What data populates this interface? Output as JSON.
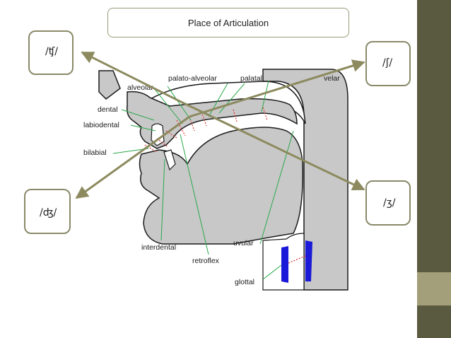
{
  "title": "Place of Articulation",
  "symbols": {
    "top_left": "/ʧ/",
    "top_right": "/ʃ/",
    "bottom_left": "/ʤ/",
    "bottom_right": "/ʒ/"
  },
  "diagram_labels": {
    "alveolar": "alveolar",
    "palato_alveolar": "palato-alveolar",
    "palatal": "palatal",
    "velar": "velar",
    "dental": "dental",
    "labiodental": "labiodental",
    "bilabial": "bilabial",
    "interdental": "interdental",
    "retroflex": "retroflex",
    "uvular": "uvular",
    "glottal": "glottal"
  },
  "colors": {
    "panel_dark": "#5a5a40",
    "panel_band": "#a39f7a",
    "arrow": "#8c8a5e",
    "tract_fill": "#c8c8c8",
    "leader": "#2aa84a",
    "articulation_mark": "#e03030",
    "vocal_folds": "#1a1ad8"
  }
}
